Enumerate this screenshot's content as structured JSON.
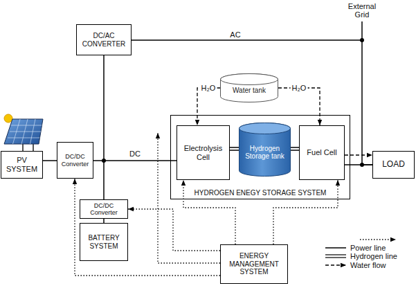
{
  "diagram": {
    "nodes": [
      {
        "text": [
          "DC/AC CONVERTER"
        ]
      },
      {
        "text": [
          "Water tank"
        ]
      },
      {
        "text": [
          "PV SYSTEM"
        ]
      },
      {
        "text": [
          "DC/DC Converter"
        ]
      },
      {
        "text": [
          "HYDROGEN ENEGY STORAGE SYSTEM"
        ]
      },
      {
        "text": [
          "Electrolysis Cell"
        ],
        "in": 4
      },
      {
        "text": [
          "Hydrogen Storage tank"
        ],
        "in": 4
      },
      {
        "text": [
          "Fuel Cell"
        ],
        "in": 4
      },
      {
        "text": [
          "LOAD"
        ]
      },
      {
        "text": [
          "DC/DC Converter"
        ]
      },
      {
        "text": [
          "BATTERY SYSTEM"
        ]
      },
      {
        "text": [
          "ENERGY MANAGEMENT SYSTEM"
        ]
      }
    ],
    "edges": [
      {
        "from": 0,
        "to": 8,
        "arrow": "none",
        "label": "AC"
      },
      {
        "from": 1,
        "to": 5,
        "arrow": "to",
        "label": "H₂O"
      },
      {
        "from": 1,
        "to": 7,
        "arrow": "to",
        "label": "H₂O"
      },
      {
        "from": 2,
        "to": 3,
        "arrow": "none"
      },
      {
        "from": 3,
        "to": 5,
        "arrow": "none",
        "label": "DC"
      },
      {
        "from": 5,
        "to": 6,
        "arrow": "none"
      },
      {
        "from": 6,
        "to": 7,
        "arrow": "none"
      },
      {
        "from": 7,
        "to": 8,
        "arrow": "none"
      },
      {
        "from": 7,
        "to": 8,
        "arrow": "to"
      },
      {
        "from": 0,
        "to": 9,
        "arrow": "none"
      },
      {
        "from": 9,
        "to": 10,
        "arrow": "none"
      },
      {
        "from": 11,
        "to": 3,
        "arrow": "to"
      },
      {
        "from": 11,
        "to": 9,
        "arrow": "to"
      },
      {
        "from": 11,
        "to": 5,
        "arrow": "to"
      },
      {
        "from": 11,
        "to": 7,
        "arrow": "to"
      }
    ],
    "labels": [
      "External Grid"
    ],
    "legend": [
      {
        "text": "Power line"
      },
      {
        "text": "Hydrogen line"
      },
      {
        "text": "Water flow"
      }
    ]
  }
}
